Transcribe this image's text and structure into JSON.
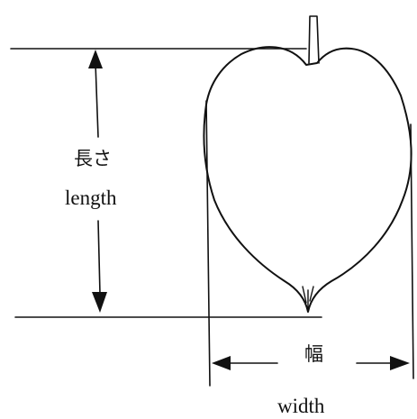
{
  "labels": {
    "length_ja": "長さ",
    "length_en": "length",
    "width_ja": "幅",
    "width_en": "width"
  },
  "colors": {
    "ink": "#111111",
    "background": "#ffffff"
  },
  "icons": {
    "up_arrow": "arrow-up-icon",
    "down_arrow": "arrow-down-icon",
    "left_arrow": "arrow-left-icon",
    "right_arrow": "arrow-right-icon"
  }
}
